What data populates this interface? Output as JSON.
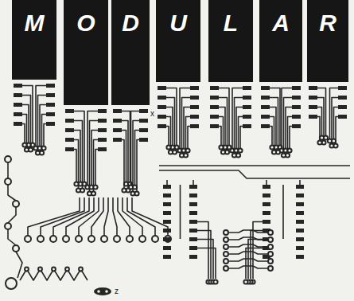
{
  "diagram": {
    "nodes": [
      {
        "text": [
          "M"
        ]
      },
      {
        "text": [
          "O"
        ]
      },
      {
        "text": [
          "D"
        ]
      },
      {
        "text": [
          "U"
        ]
      },
      {
        "text": [
          "L"
        ]
      },
      {
        "text": [
          "A"
        ]
      },
      {
        "text": [
          "R"
        ]
      }
    ],
    "labels": [
      "x",
      "z"
    ]
  }
}
